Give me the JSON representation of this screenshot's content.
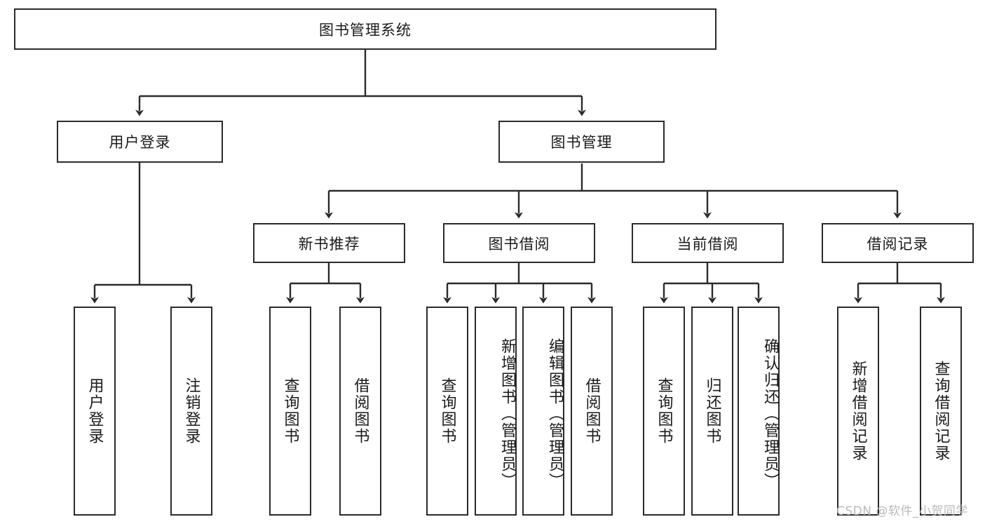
{
  "diagram": {
    "title_node": {
      "label": "图书管理系统"
    },
    "level2": [
      {
        "id": "user-login",
        "label": "用户登录"
      },
      {
        "id": "book-management",
        "label": "图书管理"
      }
    ],
    "level3": [
      {
        "id": "new-book-recommend",
        "label": "新书推荐"
      },
      {
        "id": "book-borrow",
        "label": "图书借阅"
      },
      {
        "id": "current-borrow",
        "label": "当前借阅"
      },
      {
        "id": "borrow-record",
        "label": "借阅记录"
      }
    ],
    "leaves": {
      "user_login": [
        {
          "id": "leaf-user-login",
          "label": "用户登录"
        },
        {
          "id": "leaf-logout-login",
          "label": "注销登录"
        }
      ],
      "new_book_recommend": [
        {
          "id": "leaf-query-book-1",
          "label": "查询图书"
        },
        {
          "id": "leaf-borrow-book-1",
          "label": "借阅图书"
        }
      ],
      "book_borrow": [
        {
          "id": "leaf-query-book-2",
          "label": "查询图书"
        },
        {
          "id": "leaf-add-book",
          "label": "新增图书（管理员）"
        },
        {
          "id": "leaf-edit-book",
          "label": "编辑图书（管理员）"
        },
        {
          "id": "leaf-borrow-book-2",
          "label": "借阅图书"
        }
      ],
      "current_borrow": [
        {
          "id": "leaf-query-book-3",
          "label": "查询图书"
        },
        {
          "id": "leaf-return-book",
          "label": "归还图书"
        },
        {
          "id": "leaf-confirm-return",
          "label": "确认归还（管理员）"
        }
      ],
      "borrow_record": [
        {
          "id": "leaf-add-record",
          "label": "新增借阅记录"
        },
        {
          "id": "leaf-query-record",
          "label": "查询借阅记录"
        }
      ]
    },
    "watermark": "CSDN @软件_小贺同学",
    "colors": {
      "stroke": "#2b2b2b",
      "fill": "#ffffff",
      "text": "#1a1a1a",
      "watermark": "#b9b9b9"
    }
  }
}
